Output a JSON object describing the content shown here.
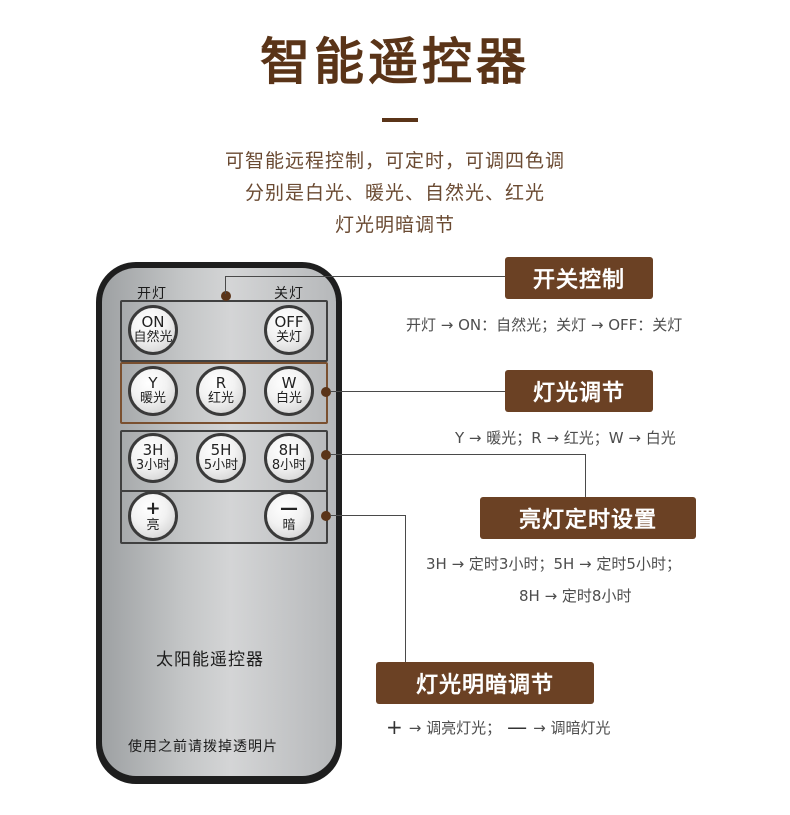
{
  "header": {
    "title": "智能遥控器",
    "desc_lines": [
      "可智能远程控制，可定时，可调四色调",
      "分别是白光、暖光、自然光、红光",
      "灯光明暗调节"
    ]
  },
  "remote": {
    "label_on_top": "开灯",
    "label_off_top": "关灯",
    "buttons": {
      "on": {
        "top": "ON",
        "bottom": "自然光"
      },
      "off": {
        "top": "OFF",
        "bottom": "关灯"
      },
      "y": {
        "top": "Y",
        "bottom": "暖光"
      },
      "r": {
        "top": "R",
        "bottom": "红光"
      },
      "w": {
        "top": "W",
        "bottom": "白光"
      },
      "h3": {
        "top": "3H",
        "bottom": "3小时"
      },
      "h5": {
        "top": "5H",
        "bottom": "5小时"
      },
      "h8": {
        "top": "8H",
        "bottom": "8小时"
      },
      "plus": {
        "top": "+",
        "bottom": "亮"
      },
      "minus": {
        "top": "—",
        "bottom": "暗"
      }
    },
    "brand": "太阳能遥控器",
    "footer": "使用之前请拨掉透明片"
  },
  "callouts": {
    "switch": {
      "title": "开关控制",
      "note": "开灯 → ON：自然光；关灯 → OFF：关灯"
    },
    "light": {
      "title": "灯光调节",
      "note": "Y → 暖光；R → 红光；W → 白光"
    },
    "timer": {
      "title": "亮灯定时设置",
      "note_1": "3H → 定时3小时；5H → 定时5小时；",
      "note_2": "8H → 定时8小时"
    },
    "dimmer": {
      "title": "灯光明暗调节",
      "plus": "+",
      "minus": "—",
      "note_a": "→ 调亮灯光；",
      "note_b": "→ 调暗灯光"
    }
  },
  "colors": {
    "accent": "#6b4124",
    "title": "#5a3418",
    "remote_frame": "#1e1e1e"
  }
}
